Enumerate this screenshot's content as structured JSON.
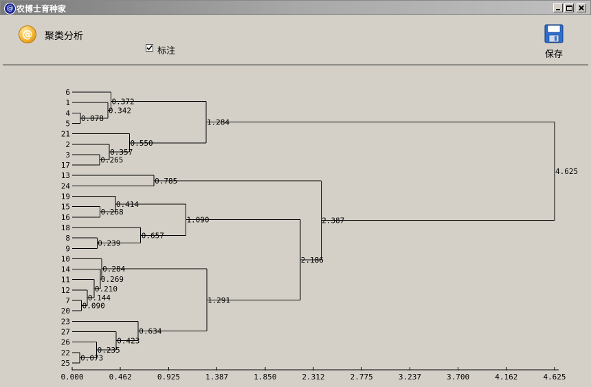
{
  "window": {
    "title": "农博士育种家",
    "app_icon": "at-sign-icon"
  },
  "header": {
    "icon": "at-sign-icon",
    "title": "聚类分析"
  },
  "options": {
    "annotate_label": "标注",
    "annotate_checked": true
  },
  "toolbar": {
    "save_label": "保存",
    "save_icon": "floppy-disk-icon"
  },
  "chart_data": {
    "type": "dendrogram",
    "orientation": "horizontal",
    "leaves": [
      "6",
      "1",
      "4",
      "5",
      "21",
      "2",
      "3",
      "17",
      "13",
      "24",
      "19",
      "15",
      "16",
      "18",
      "8",
      "9",
      "10",
      "14",
      "11",
      "12",
      "7",
      "20",
      "23",
      "27",
      "26",
      "22",
      "25"
    ],
    "merges": [
      {
        "a": 2,
        "b": 3,
        "height": 0.078,
        "label": "0.078"
      },
      {
        "a": 1,
        "b": 27,
        "height": 0.342,
        "label": "0.342"
      },
      {
        "a": 0,
        "b": 28,
        "height": 0.372,
        "label": "0.372"
      },
      {
        "a": 6,
        "b": 7,
        "height": 0.265,
        "label": "0.265"
      },
      {
        "a": 5,
        "b": 30,
        "height": 0.357,
        "label": "0.357"
      },
      {
        "a": 4,
        "b": 31,
        "height": 0.55,
        "label": "0.550"
      },
      {
        "a": 29,
        "b": 32,
        "height": 1.284,
        "label": "1.284"
      },
      {
        "a": 8,
        "b": 9,
        "height": 0.785,
        "label": "0.785"
      },
      {
        "a": 11,
        "b": 12,
        "height": 0.268,
        "label": "0.268"
      },
      {
        "a": 10,
        "b": 35,
        "height": 0.414,
        "label": "0.414"
      },
      {
        "a": 14,
        "b": 15,
        "height": 0.239,
        "label": "0.239"
      },
      {
        "a": 13,
        "b": 37,
        "height": 0.657,
        "label": "0.657"
      },
      {
        "a": 36,
        "b": 38,
        "height": 1.09,
        "label": "1.090"
      },
      {
        "a": 20,
        "b": 21,
        "height": 0.09,
        "label": "0.090"
      },
      {
        "a": 19,
        "b": 40,
        "height": 0.144,
        "label": "0.144"
      },
      {
        "a": 18,
        "b": 41,
        "height": 0.21,
        "label": "0.210"
      },
      {
        "a": 17,
        "b": 42,
        "height": 0.269,
        "label": "0.269"
      },
      {
        "a": 16,
        "b": 43,
        "height": 0.284,
        "label": "0.284"
      },
      {
        "a": 25,
        "b": 26,
        "height": 0.073,
        "label": "0.073"
      },
      {
        "a": 24,
        "b": 45,
        "height": 0.235,
        "label": "0.235"
      },
      {
        "a": 23,
        "b": 46,
        "height": 0.423,
        "label": "0.423"
      },
      {
        "a": 22,
        "b": 47,
        "height": 0.634,
        "label": "0.634"
      },
      {
        "a": 44,
        "b": 48,
        "height": 1.291,
        "label": "1.291"
      },
      {
        "a": 39,
        "b": 49,
        "height": 2.186,
        "label": "2.186"
      },
      {
        "a": 34,
        "b": 50,
        "height": 2.387,
        "label": "2.387"
      },
      {
        "a": 33,
        "b": 51,
        "height": 4.625,
        "label": "4.625"
      }
    ],
    "xlim": [
      0,
      4.625
    ],
    "x_ticks": [
      "0.000",
      "0.462",
      "0.925",
      "1.387",
      "1.850",
      "2.312",
      "2.775",
      "3.237",
      "3.700",
      "4.162",
      "4.625"
    ]
  }
}
